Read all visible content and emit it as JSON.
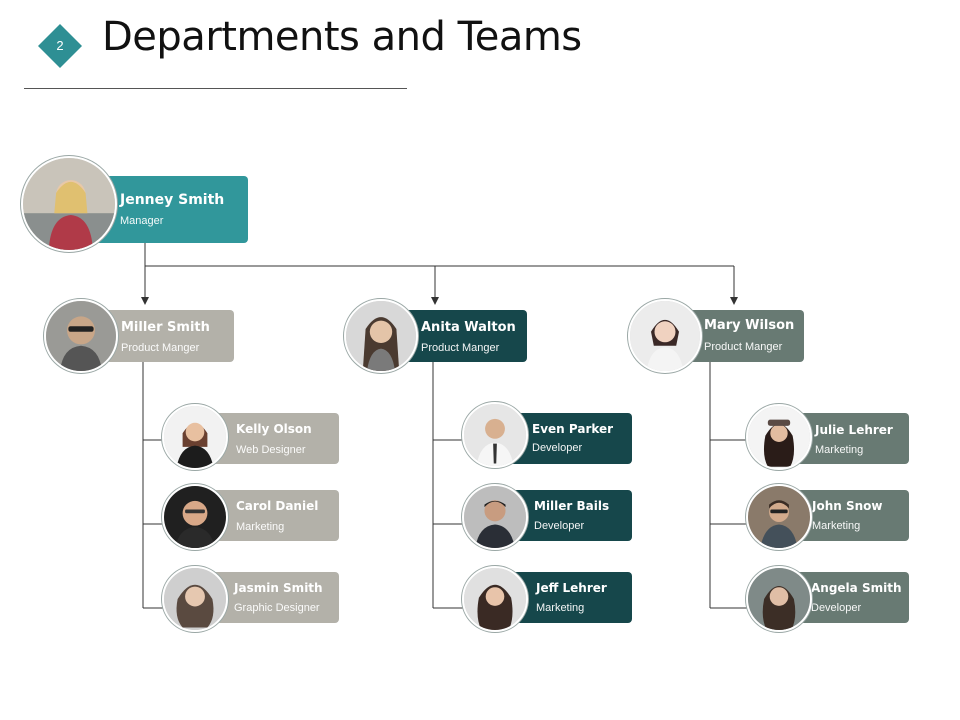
{
  "slide": {
    "number": "2",
    "title": "Departments and Teams"
  },
  "colors": {
    "teal": "#31979b",
    "gray": "#b3b1a9",
    "dark_teal": "#16474b",
    "slate": "#687a73",
    "connector": "#333333",
    "diamond": "#2e8f94"
  },
  "manager": {
    "name": "Jenney Smith",
    "role": "Manager",
    "icon": "person-photo"
  },
  "leads": [
    {
      "name": "Miller Smith",
      "role": "Product Manger",
      "icon": "person-photo"
    },
    {
      "name": "Anita Walton",
      "role": "Product Manger",
      "icon": "person-photo"
    },
    {
      "name": "Mary Wilson",
      "role": "Product Manger",
      "icon": "person-photo"
    }
  ],
  "teams": [
    [
      {
        "name": "Kelly Olson",
        "role": "Web Designer"
      },
      {
        "name": "Carol Daniel",
        "role": "Marketing"
      },
      {
        "name": "Jasmin Smith",
        "role": "Graphic Designer"
      }
    ],
    [
      {
        "name": "Even Parker",
        "role": "Developer"
      },
      {
        "name": "Miller Bails",
        "role": "Developer"
      },
      {
        "name": "Jeff Lehrer",
        "role": "Marketing"
      }
    ],
    [
      {
        "name": "Julie Lehrer",
        "role": "Marketing"
      },
      {
        "name": "John Snow",
        "role": "Marketing"
      },
      {
        "name": "Angela Smith",
        "role": "Developer"
      }
    ]
  ]
}
